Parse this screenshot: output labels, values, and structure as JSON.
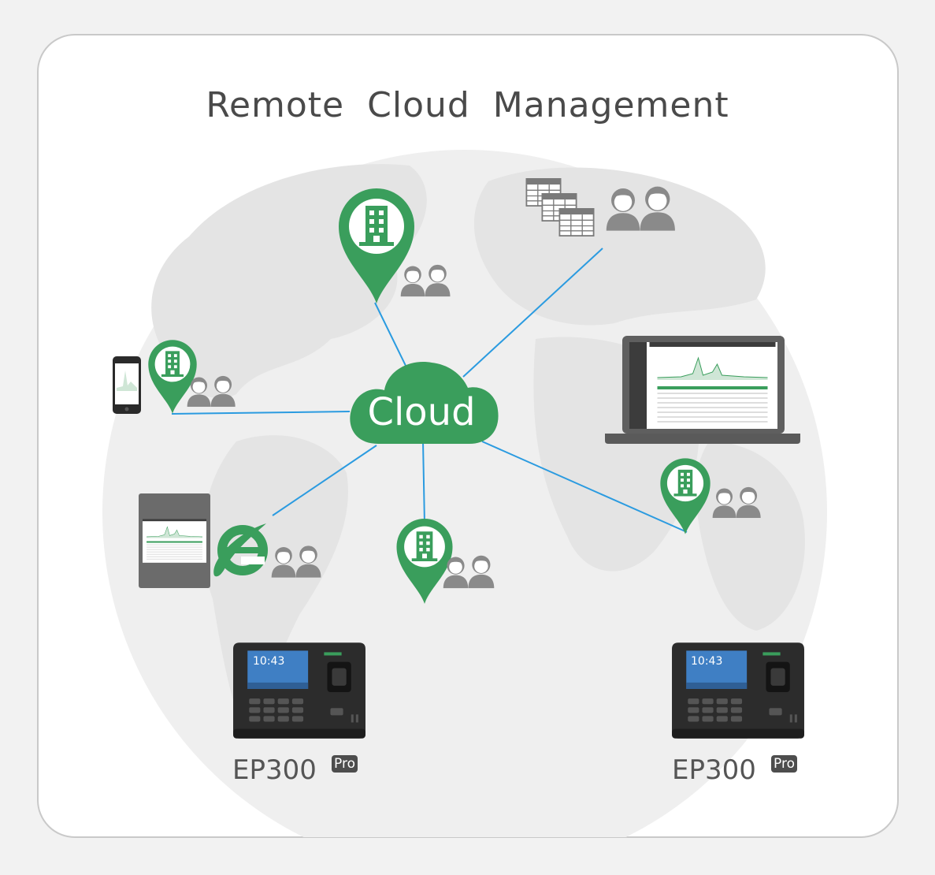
{
  "title": "Remote Cloud Management",
  "hub": {
    "label": "Cloud"
  },
  "devices": [
    {
      "name": "EP300",
      "suffix": "Pro"
    },
    {
      "name": "EP300",
      "suffix": "Pro"
    }
  ],
  "terminal_screen": {
    "time": "10:43"
  },
  "colors": {
    "accent": "#3a9e5c",
    "link": "#2b9be0",
    "people": "#8a8a8a",
    "map": "#ececec"
  },
  "icons": [
    "location-pin-building-icon",
    "people-icon",
    "spreadsheet-icon",
    "cloud-icon",
    "internet-explorer-icon",
    "smartphone-icon",
    "tablet-icon",
    "laptop-icon",
    "terminal-device-icon"
  ]
}
